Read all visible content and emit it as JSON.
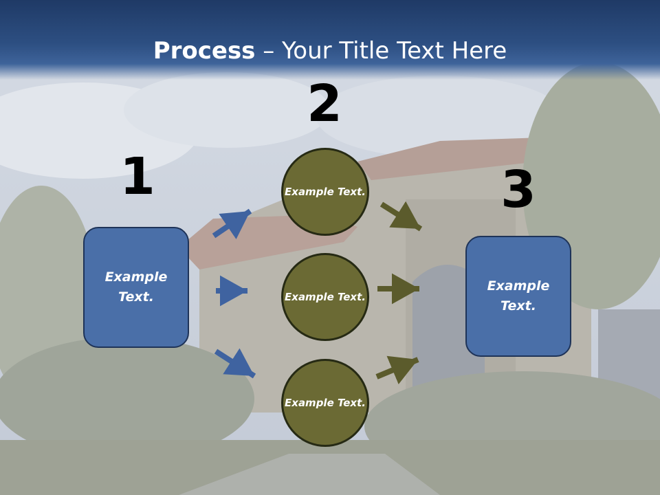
{
  "title": {
    "bold": "Process",
    "rest": " – Your Title Text Here"
  },
  "steps": [
    {
      "number": "1",
      "text": "Example Text."
    },
    {
      "number": "2",
      "items": [
        "Example Text.",
        "Example Text.",
        "Example Text."
      ]
    },
    {
      "number": "3",
      "text": "Example Text."
    }
  ],
  "colors": {
    "header": "#2d4f82",
    "box": "#4a6fa8",
    "circle": "#6b6a34",
    "arrow_blue": "#3f63a0",
    "arrow_olive": "#5b5b2c"
  }
}
